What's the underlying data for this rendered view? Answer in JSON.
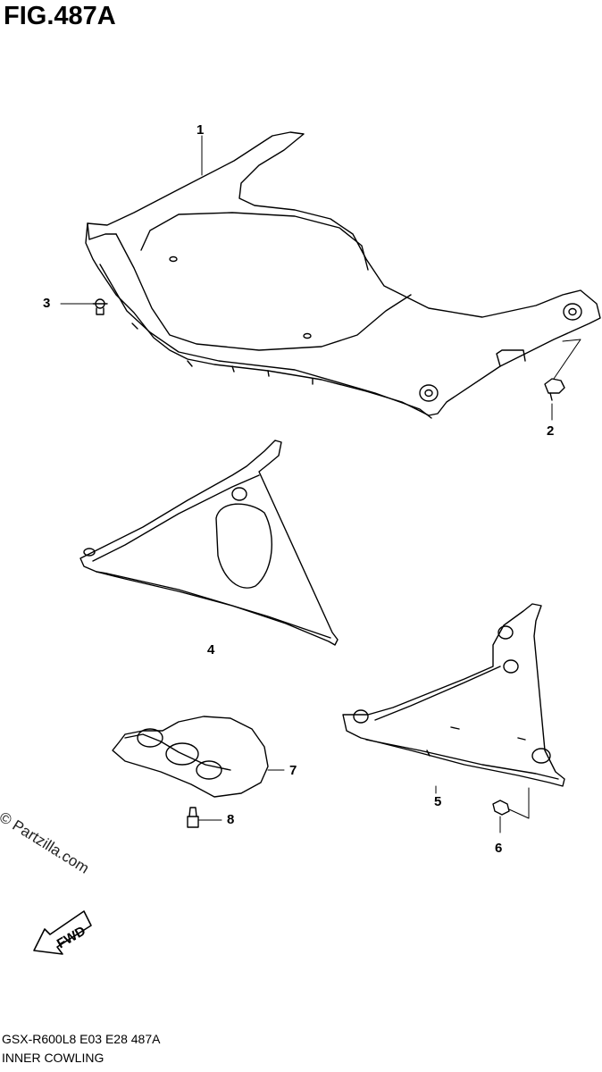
{
  "figure": {
    "title": "FIG.487A"
  },
  "callouts": [
    {
      "id": "1",
      "label": "1"
    },
    {
      "id": "2",
      "label": "2"
    },
    {
      "id": "3",
      "label": "3"
    },
    {
      "id": "4",
      "label": "4"
    },
    {
      "id": "5",
      "label": "5"
    },
    {
      "id": "6",
      "label": "6"
    },
    {
      "id": "7",
      "label": "7"
    },
    {
      "id": "8",
      "label": "8"
    }
  ],
  "watermark": "© Partzilla.com",
  "direction_arrow": {
    "label": "FWD"
  },
  "footer": {
    "model_code": "GSX-R600L8  E03  E28  487A",
    "section_name": "INNER COWLING"
  },
  "colors": {
    "line": "#000000",
    "background": "#ffffff"
  }
}
